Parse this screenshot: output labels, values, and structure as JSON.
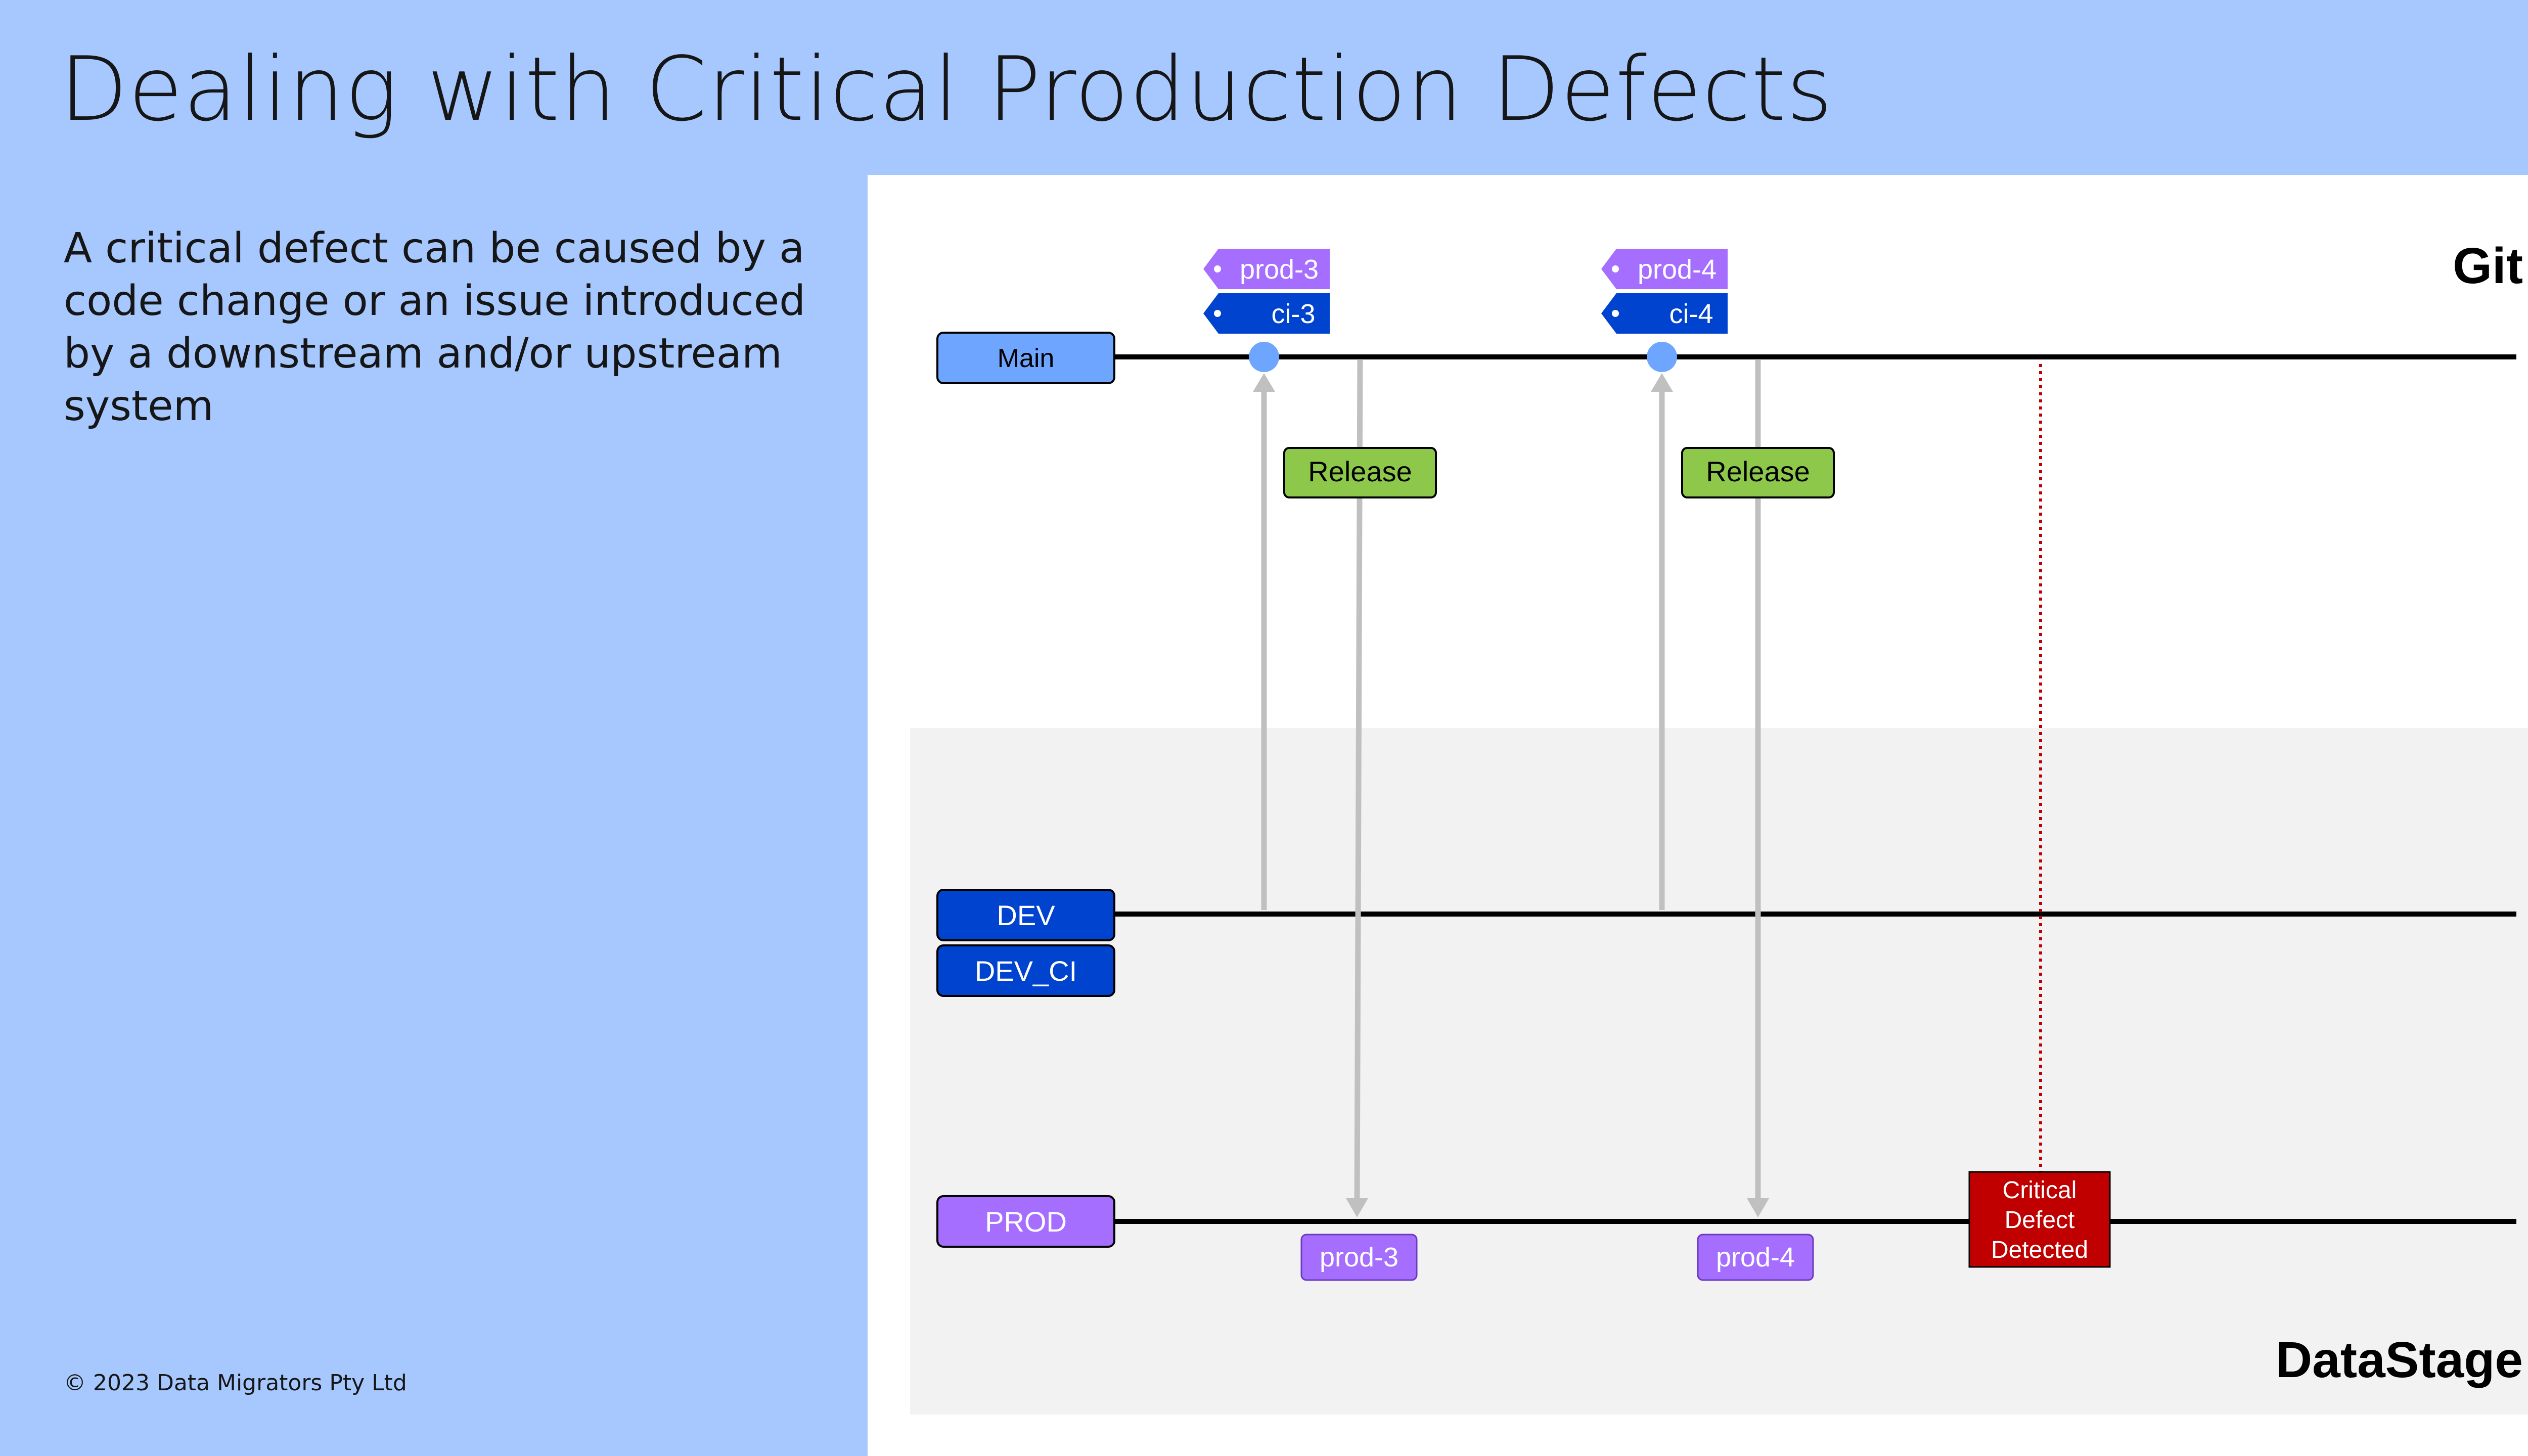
{
  "slide": {
    "title": "Dealing with Critical Production Defects",
    "intro": "A critical defect can be caused by a code change or an issue introduced by a downstream and/or upstream system",
    "copyright": "© 2023 Data Migrators Pty Ltd"
  },
  "diagram": {
    "git_label": "Git",
    "datastage_label": "DataStage",
    "branches": {
      "main": "Main",
      "dev": "DEV",
      "dev_ci": "DEV_CI",
      "prod": "PROD"
    },
    "tags": [
      {
        "prod": "prod-3",
        "ci": "ci-3"
      },
      {
        "prod": "prod-4",
        "ci": "ci-4"
      }
    ],
    "release_labels": [
      "Release",
      "Release"
    ],
    "prod_tags": [
      "prod-3",
      "prod-4"
    ],
    "defect_label": [
      "Critical",
      "Defect",
      "Detected"
    ],
    "colors": {
      "background": "#a6c8ff",
      "datastage_area": "#f2f2f2",
      "main_branch": "#6ea6ff",
      "dev_branch": "#0043ce",
      "prod_branch": "#a56eff",
      "release": "#8dc84b",
      "defect": "#c00000",
      "arrow": "#c0c0c0"
    }
  }
}
